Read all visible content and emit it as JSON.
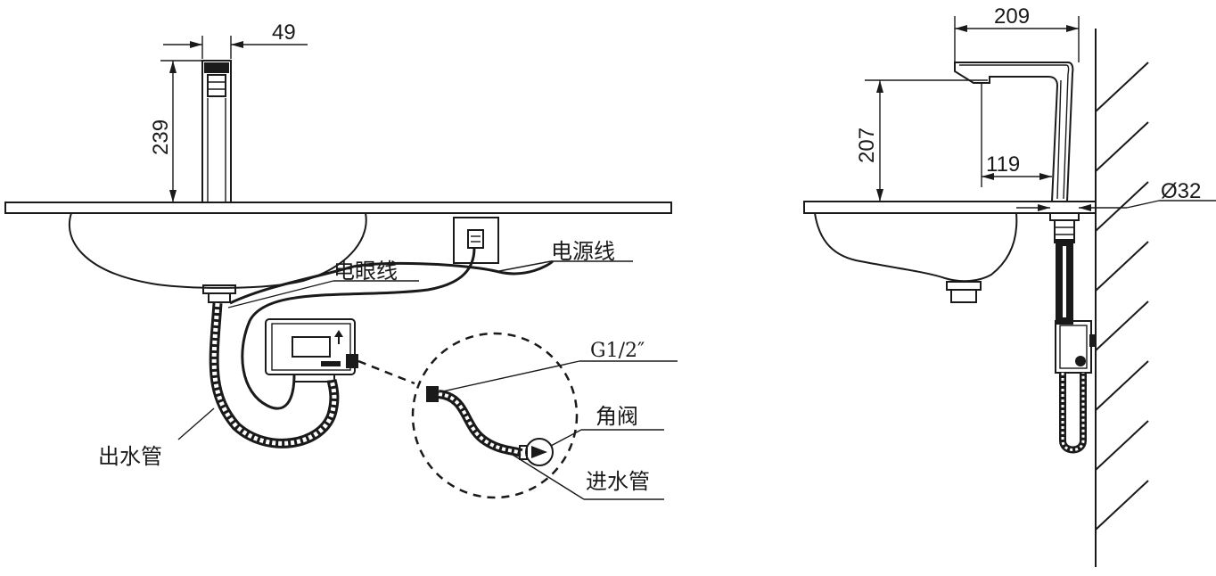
{
  "front_view": {
    "dim_width": "49",
    "dim_height": "239",
    "label_sensor_cable": "电眼线",
    "label_power_cable": "电源线",
    "label_outlet_hose": "出水管"
  },
  "detail": {
    "label_thread": "G1/2″",
    "label_angle_valve": "角阀",
    "label_inlet_hose": "进水管"
  },
  "side_view": {
    "dim_reach": "209",
    "dim_height": "207",
    "dim_spout": "119",
    "dim_hole": "Ø32"
  }
}
